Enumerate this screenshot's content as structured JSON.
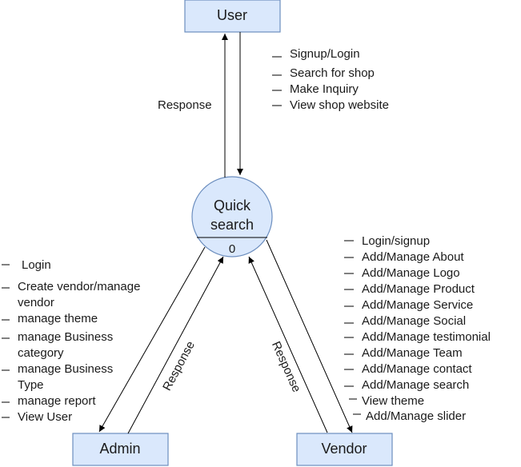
{
  "entities": {
    "user": {
      "label": "User"
    },
    "admin": {
      "label": "Admin"
    },
    "vendor": {
      "label": "Vendor"
    }
  },
  "process": {
    "label_line1": "Quick",
    "label_line2": "search",
    "number": "0"
  },
  "flows": {
    "user_response": "Response",
    "admin_response": "Response",
    "vendor_response": "Response"
  },
  "user_items": [
    "Signup/Login",
    "Search for shop",
    "Make Inquiry",
    "View shop website"
  ],
  "admin_items": [
    "Login",
    "Create vendor/manage",
    "vendor",
    "manage theme",
    "manage Business",
    "category",
    "manage Business",
    "Type",
    "manage report",
    "View User"
  ],
  "vendor_items": [
    "Login/signup",
    "Add/Manage About",
    "Add/Manage Logo",
    "Add/Manage Product",
    "Add/Manage Service",
    "Add/Manage Social",
    "Add/Manage testimonial",
    "Add/Manage Team",
    "Add/Manage contact",
    "Add/Manage search",
    "View theme",
    "Add/Manage slider"
  ],
  "colors": {
    "entity_fill": "#dae8fc",
    "entity_stroke": "#6c8ebf",
    "process_fill": "#dae8fc",
    "line": "#000000"
  }
}
